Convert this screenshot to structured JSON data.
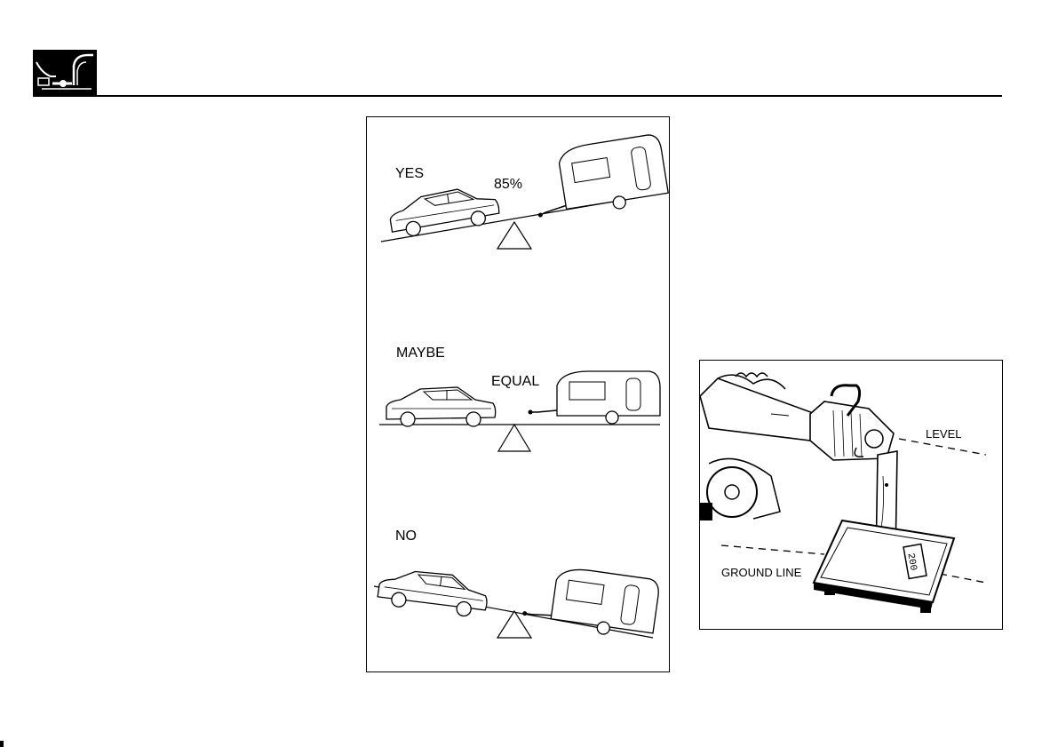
{
  "header": {
    "icon": "towing-hitch-icon"
  },
  "balance_figure": {
    "scenarios": [
      {
        "verdict": "YES",
        "weight_note": "85%"
      },
      {
        "verdict": "MAYBE",
        "weight_note": "EQUAL"
      },
      {
        "verdict": "NO",
        "weight_note": ""
      }
    ]
  },
  "hitch_figure": {
    "level_label": "LEVEL",
    "ground_label": "GROUND LINE",
    "scale_display": "200"
  }
}
